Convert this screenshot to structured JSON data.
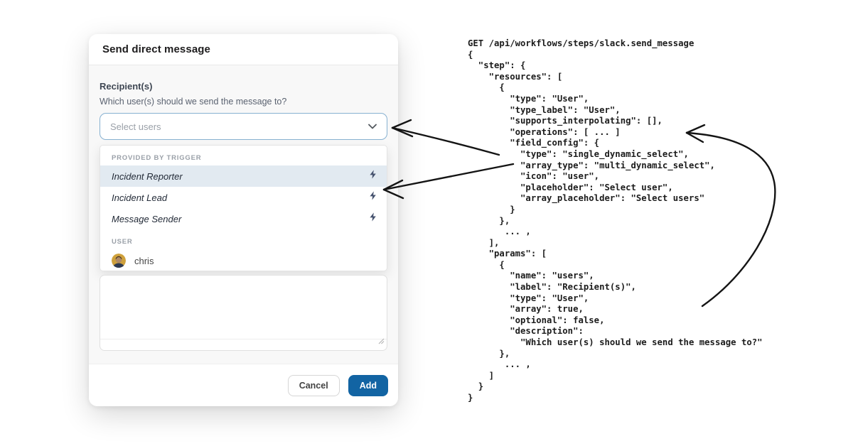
{
  "modal": {
    "title": "Send direct message",
    "recipients_field": {
      "label": "Recipient(s)",
      "description": "Which user(s) should we send the message to?",
      "placeholder": "Select users"
    },
    "dropdown": {
      "sections": [
        {
          "header": "PROVIDED BY TRIGGER",
          "items": [
            {
              "label": "Incident Reporter",
              "icon": "lightning-bolt",
              "highlighted": true
            },
            {
              "label": "Incident Lead",
              "icon": "lightning-bolt",
              "highlighted": false
            },
            {
              "label": "Message Sender",
              "icon": "lightning-bolt",
              "highlighted": false
            }
          ]
        },
        {
          "header": "USER",
          "items": [
            {
              "label": "chris",
              "icon": "user-avatar",
              "highlighted": false
            }
          ]
        }
      ]
    },
    "buttons": {
      "cancel": "Cancel",
      "add": "Add"
    }
  },
  "code": {
    "text": "GET /api/workflows/steps/slack.send_message\n{\n  \"step\": {\n    \"resources\": [\n      {\n        \"type\": \"User\",\n        \"type_label\": \"User\",\n        \"supports_interpolating\": [],\n        \"operations\": [ ... ]\n        \"field_config\": {\n          \"type\": \"single_dynamic_select\",\n          \"array_type\": \"multi_dynamic_select\",\n          \"icon\": \"user\",\n          \"placeholder\": \"Select user\",\n          \"array_placeholder\": \"Select users\"\n        }\n      },\n       ... ,\n    ],\n    \"params\": [\n      {\n        \"name\": \"users\",\n        \"label\": \"Recipient(s)\",\n        \"type\": \"User\",\n        \"array\": true,\n        \"optional\": false,\n        \"description\":\n          \"Which user(s) should we send the message to?\"\n      },\n       ... ,\n    ]\n  }\n}"
  },
  "colors": {
    "accent_blue": "#1264a3",
    "select_border": "#87b1d1",
    "highlight_row": "#e2eaf1",
    "code_text": "#1c1c1c"
  }
}
